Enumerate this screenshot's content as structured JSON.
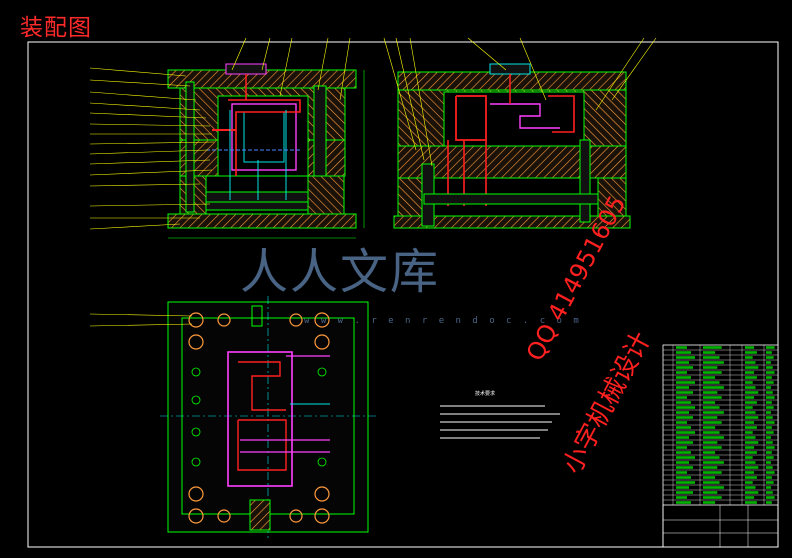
{
  "drawing_title": "装配图",
  "watermark": {
    "brand": "人人文库",
    "url": "w w w . r e n r e n d o c . c o m"
  },
  "overlay": {
    "qq": "QQ 414951605",
    "shop": "小字机械设计"
  },
  "tech_notes_title": "技术要求",
  "colors": {
    "background": "#000000",
    "frame": "#ffffff",
    "part_outline": "#00ff00",
    "leader": "#ffff00",
    "hatch": "#ff9a3c",
    "cavity": "#ff2020",
    "insert": "#ff40ff",
    "channel": "#ff4444",
    "cool_pipe": "#4a86ff",
    "cyan": "#00e5e5",
    "title_text": "#ff2a2a",
    "watermark": "#5d7fa8"
  }
}
